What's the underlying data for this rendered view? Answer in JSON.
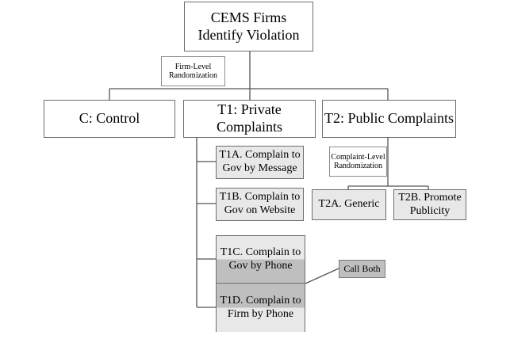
{
  "root": {
    "line1": "CEMS Firms",
    "line2": "Identify Violation"
  },
  "firm_randomization": {
    "line1": "Firm-Level",
    "line2": "Randomization"
  },
  "arms": {
    "control": "C: Control",
    "private": "T1: Private Complaints",
    "public": "T2: Public Complaints"
  },
  "complaint_randomization": {
    "line1": "Complaint-Level",
    "line2": "Randomization"
  },
  "private_subarms": [
    {
      "line1": "T1A. Complain to",
      "line2": "Gov by Message"
    },
    {
      "line1": "T1B. Complain to",
      "line2": "Gov on Website"
    },
    {
      "line1": "T1C. Complain to",
      "line2": "Gov by Phone"
    },
    {
      "line1": "T1D. Complain to",
      "line2": "Firm by Phone"
    }
  ],
  "public_subarms": [
    {
      "line1": "T2A. Generic"
    },
    {
      "line1": "T2B. Promote",
      "line2": "Publicity"
    }
  ],
  "call_both": "Call Both"
}
